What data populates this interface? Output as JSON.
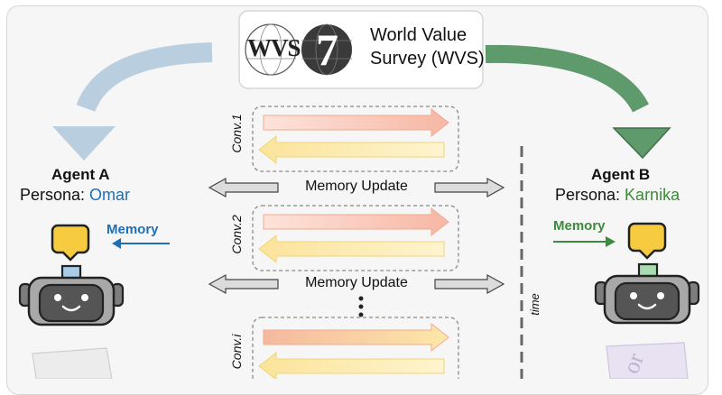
{
  "header": {
    "logo_text": "WVS",
    "logo_number": "7",
    "title_line1": "World Value",
    "title_line2": "Survey (WVS)"
  },
  "agent_a": {
    "name": "Agent A",
    "persona_prefix": "Persona: ",
    "persona_name": "Omar",
    "memory_label": "Memory"
  },
  "agent_b": {
    "name": "Agent B",
    "persona_prefix": "Persona: ",
    "persona_name": "Karnika",
    "memory_label": "Memory"
  },
  "conversations": [
    {
      "label": "Conv.1"
    },
    {
      "label": "Conv.2"
    },
    {
      "label": "Conv.i"
    }
  ],
  "memory_updates": [
    {
      "label": "Memory Update"
    },
    {
      "label": "Memory Update"
    }
  ],
  "timeline": {
    "label": "time"
  },
  "colors": {
    "agent_a_accent": "#1f6fb5",
    "agent_b_accent": "#3c8a3c",
    "arrow_left": "#b9cfe0",
    "arrow_right": "#5f9a6c",
    "pink_arrow": "#f7c2b4",
    "yellow_arrow": "#fbe7a0"
  }
}
